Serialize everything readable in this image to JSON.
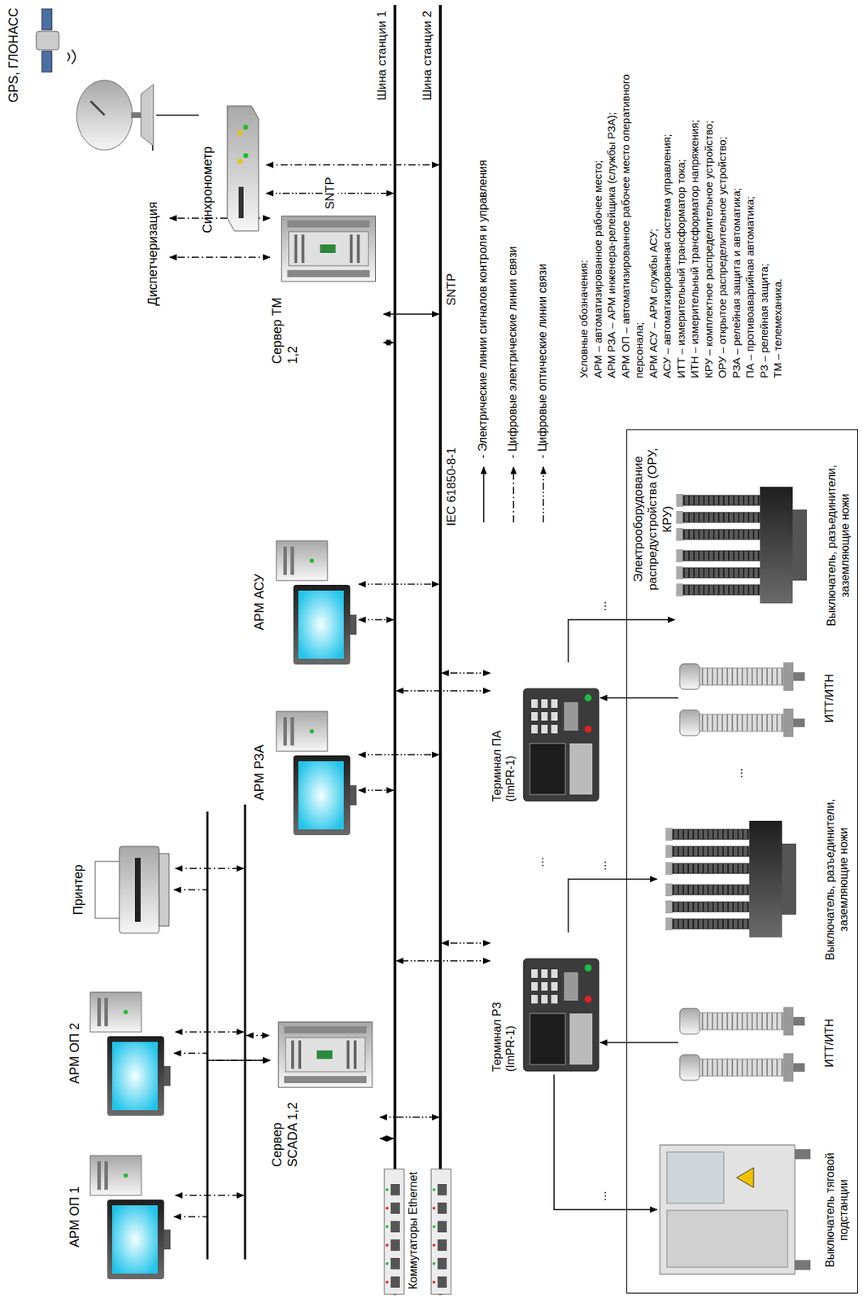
{
  "diagram": {
    "nodes": [
      {
        "text": [
          "GPS, ГЛОНАСС"
        ]
      },
      {
        "text": [
          "Синхронометр"
        ]
      },
      {
        "text": [
          "Шина станции 1"
        ]
      },
      {
        "text": [
          "Шина станции 2"
        ]
      },
      {
        "text": [
          "Коммутаторы Ethernet"
        ]
      },
      {
        "text": [
          "АРМ ОП 1"
        ]
      },
      {
        "text": [
          "АРМ ОП 2"
        ]
      },
      {
        "text": [
          "Принтер"
        ]
      },
      {
        "text": [
          "Сервер SCADA 1,2"
        ]
      },
      {
        "text": [
          "АРМ РЗА"
        ]
      },
      {
        "text": [
          "АРМ АСУ"
        ]
      },
      {
        "text": [
          "Сервер ТМ 1,2"
        ]
      },
      {
        "text": [
          "Диспетчеризация"
        ]
      },
      {
        "text": [
          "Терминал РЗ (ImPR-1)"
        ]
      },
      {
        "text": [
          "Терминал ПА (ImPR-1)"
        ]
      },
      {
        "text": [
          "Электрооборудование распредустройства (ОРУ, КРУ)"
        ]
      },
      {
        "text": [
          "Выключатель тяговой подстанции"
        ],
        "in": 15
      },
      {
        "text": [
          "ИТТ/ИТН"
        ],
        "in": 15
      },
      {
        "text": [
          "Выключатель, разъединители, заземляющие ножи"
        ],
        "in": 15
      },
      {
        "text": [
          "ИТТ/ИТН"
        ],
        "in": 15
      },
      {
        "text": [
          "Выключатель, разъединители, заземляющие ножи"
        ],
        "in": 15
      }
    ],
    "edges": [
      {
        "from": 0,
        "to": 1,
        "arrow": "none"
      },
      {
        "from": 1,
        "to": 2,
        "label": "SNTP",
        "arrow": "both"
      },
      {
        "from": 1,
        "to": 3,
        "arrow": "both"
      },
      {
        "from": 5,
        "to": 8,
        "arrow": "both"
      },
      {
        "from": 6,
        "to": 8,
        "arrow": "both"
      },
      {
        "from": 7,
        "to": 8,
        "arrow": "both"
      },
      {
        "from": 8,
        "to": 2,
        "arrow": "both"
      },
      {
        "from": 8,
        "to": 3,
        "arrow": "both"
      },
      {
        "from": 9,
        "to": 2,
        "arrow": "both"
      },
      {
        "from": 9,
        "to": 3,
        "arrow": "both"
      },
      {
        "from": 10,
        "to": 2,
        "arrow": "both"
      },
      {
        "from": 10,
        "to": 3,
        "arrow": "both"
      },
      {
        "from": 11,
        "to": 12,
        "arrow": "both"
      },
      {
        "from": 11,
        "to": 12,
        "arrow": "both"
      },
      {
        "from": 11,
        "to": 2,
        "arrow": "both"
      },
      {
        "from": 11,
        "to": 3,
        "arrow": "both"
      },
      {
        "from": 13,
        "to": 2,
        "arrow": "both"
      },
      {
        "from": 13,
        "to": 3,
        "arrow": "both"
      },
      {
        "from": 14,
        "to": 2,
        "arrow": "both"
      },
      {
        "from": 14,
        "to": 3,
        "arrow": "both"
      },
      {
        "from": 13,
        "to": 16,
        "arrow": "to"
      },
      {
        "from": 17,
        "to": 13,
        "arrow": "to"
      },
      {
        "from": 13,
        "to": 18,
        "arrow": "to"
      },
      {
        "from": 19,
        "to": 14,
        "arrow": "to"
      },
      {
        "from": 14,
        "to": 20,
        "arrow": "to"
      }
    ],
    "labels": [
      "IEC 61850-8-1",
      "SNTP",
      "...",
      "...",
      "...",
      "...",
      "...",
      "Условные обозначения:",
      "АРМ – автоматизированное рабочее место;",
      "АРМ РЗА – АРМ инженера-релейщика (службы РЗА);",
      "АРМ ОП – автоматизированное рабочее место оперативного персонала;",
      "АРМ АСУ – АРМ службы АСУ;",
      "АСУ – автоматизированная система управления;",
      "ИТТ – измерительный трансформатор тока;",
      "ИТН – измерительный трансформатор напряжения;",
      "КРУ – комплектное распределительное устройство;",
      "ОРУ – открытое распределительное устройство;",
      "РЗА – релейная защита и автоматика;",
      "ПА – противоаварийная автоматика;",
      "РЗ – релейная защита;",
      "ТМ – телемеханика."
    ],
    "legend": [
      {
        "text": "- Электрические линии сигналов контроля и управления"
      },
      {
        "text": "- Цифровые электрические линии связи"
      },
      {
        "text": "- Цифровые оптические линии связи"
      }
    ]
  }
}
